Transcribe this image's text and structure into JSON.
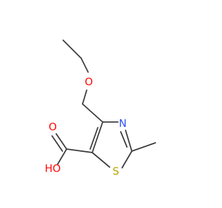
{
  "molecule": {
    "atoms": {
      "ether_oxygen": {
        "symbol": "O",
        "color": "#ff0d0d"
      },
      "ring_nitrogen": {
        "symbol": "N",
        "color": "#3050f8"
      },
      "ring_sulfur": {
        "symbol": "S",
        "color": "#b5a600"
      },
      "carbonyl_oxygen": {
        "symbol": "O",
        "color": "#ff0d0d"
      },
      "hydroxyl_group": {
        "symbol": "HO",
        "color": "#ff0d0d"
      }
    },
    "bond_color": "#3c3c3c"
  }
}
